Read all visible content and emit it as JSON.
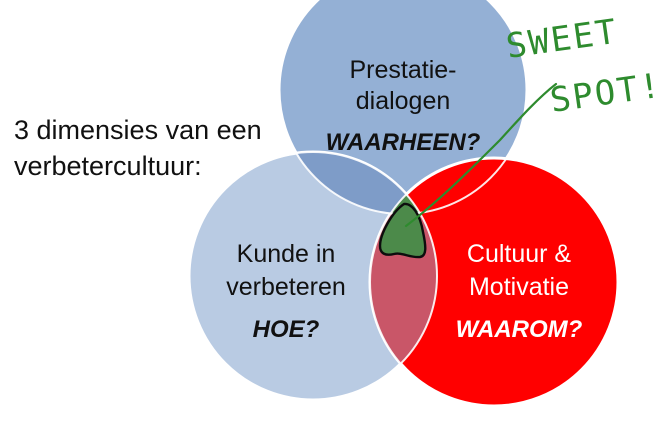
{
  "side_text": {
    "line1": "3 dimensies van een",
    "line2": "verbetercultuur:"
  },
  "circles": {
    "top": {
      "title_line1": "Prestatie-",
      "title_line2": "dialogen",
      "question": "WAARHEEN?",
      "fill": "#94b0d5"
    },
    "left": {
      "title_line1": "Kunde in",
      "title_line2": "verbeteren",
      "question": "HOE?",
      "fill": "#b9cbe3"
    },
    "right": {
      "title_line1": "Cultuur &",
      "title_line2": "Motivatie",
      "question": "WAAROM?",
      "fill": "#ff0000"
    }
  },
  "overlap_colors": {
    "top_left": "#7e9cc8",
    "left_right": "#c95668",
    "sweet_spot": "#4c8a4a"
  },
  "annotation": {
    "line1": "SWEET",
    "line2": "SPOT!",
    "ink_color": "#2e8b2e"
  }
}
